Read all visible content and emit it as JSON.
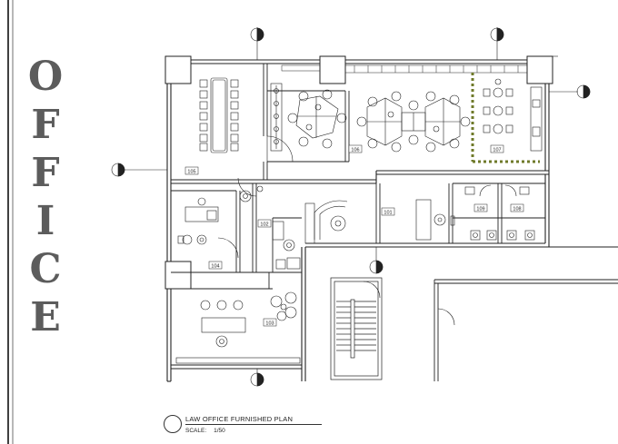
{
  "vertical_word": {
    "letters": [
      "O",
      "F",
      "F",
      "I",
      "C",
      "E"
    ]
  },
  "rooms": [
    {
      "id": "r105",
      "label": "105"
    },
    {
      "id": "r106",
      "label": "106"
    },
    {
      "id": "r107",
      "label": "107"
    },
    {
      "id": "r102",
      "label": "102"
    },
    {
      "id": "r101",
      "label": "101"
    },
    {
      "id": "r109",
      "label": "109"
    },
    {
      "id": "r108",
      "label": "108"
    },
    {
      "id": "r104",
      "label": "104"
    },
    {
      "id": "r103",
      "label": "103"
    }
  ],
  "title_block": {
    "title": "LAW OFFICE FURNISHED PLAN",
    "scale_label": "SCALE:",
    "scale_value": "1/50"
  },
  "colors": {
    "line": "#222222",
    "stencil": "#5c5c5c",
    "hatch": "#6f7a2a"
  }
}
